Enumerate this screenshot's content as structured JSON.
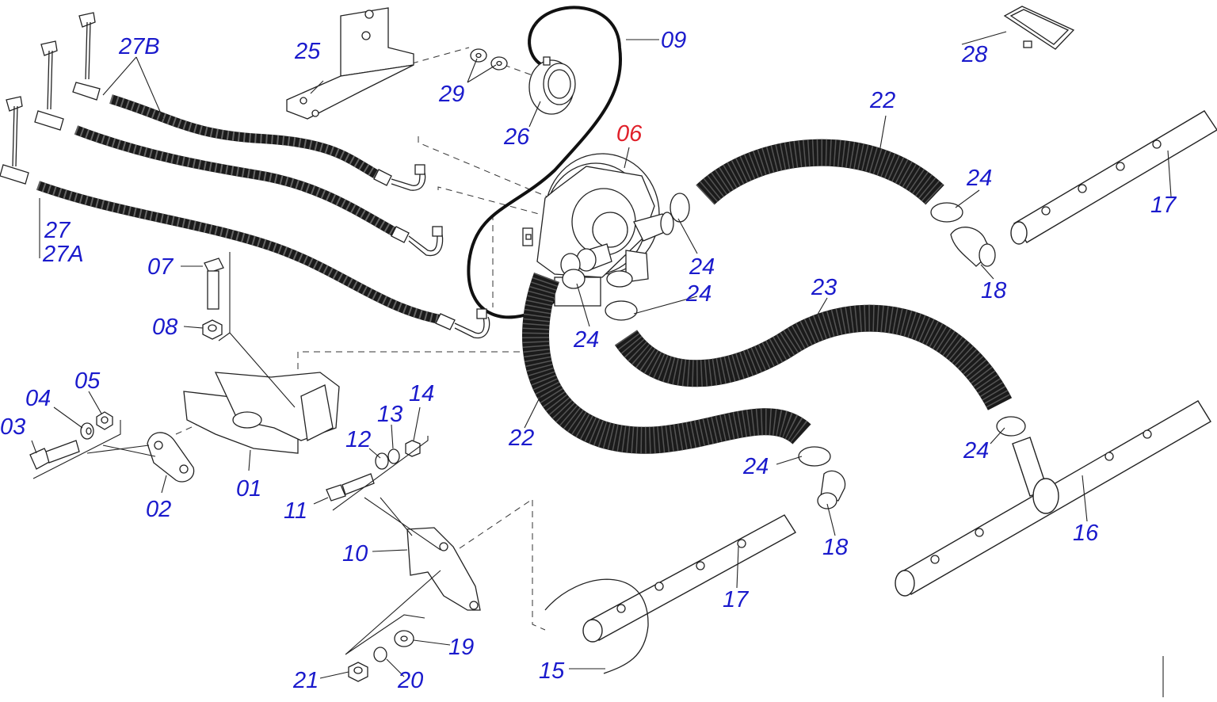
{
  "diagram": {
    "highlighted_part": "06",
    "colors": {
      "callout": "#1a1acc",
      "highlight": "#e0202a",
      "line": "#222222",
      "hose": "#1b1b1b"
    },
    "callouts": {
      "c01": "01",
      "c02": "02",
      "c03": "03",
      "c04": "04",
      "c05": "05",
      "c06": "06",
      "c07": "07",
      "c08": "08",
      "c09": "09",
      "c10": "10",
      "c11": "11",
      "c12": "12",
      "c13": "13",
      "c14": "14",
      "c15": "15",
      "c16": "16",
      "c17a": "17",
      "c17b": "17",
      "c18a": "18",
      "c18b": "18",
      "c19": "19",
      "c20": "20",
      "c21": "21",
      "c22a": "22",
      "c22b": "22",
      "c23": "23",
      "c24a": "24",
      "c24b": "24",
      "c24c": "24",
      "c24d": "24",
      "c24e": "24",
      "c24f": "24",
      "c25": "25",
      "c26": "26",
      "c27": "27",
      "c27A": "27A",
      "c27B": "27B",
      "c28": "28",
      "c29": "29"
    }
  }
}
